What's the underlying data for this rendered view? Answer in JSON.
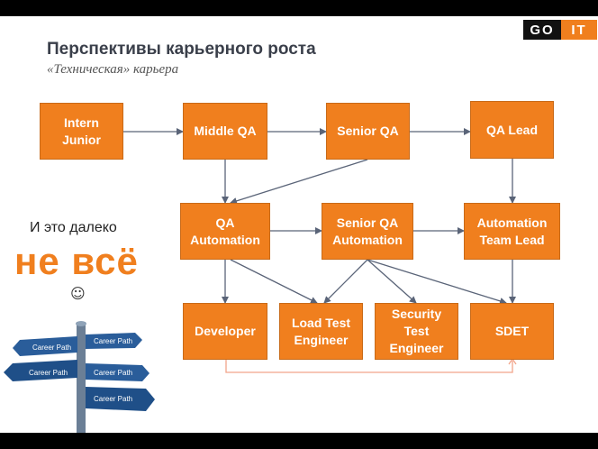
{
  "header": {
    "title": "Перспективы карьерного роста",
    "subtitle": "«Техническая» карьера"
  },
  "logo": {
    "go": "GO",
    "it": "IT"
  },
  "nodes": {
    "intern": "Intern\nJunior",
    "middle_qa": "Middle QA",
    "senior_qa": "Senior QA",
    "qa_lead": "QA Lead",
    "qa_automation": "QA\nAutomation",
    "senior_qa_automation": "Senior QA\nAutomation",
    "automation_team_lead": "Automation\nTeam Lead",
    "developer": "Developer",
    "load_test_engineer": "Load Test\nEngineer",
    "security_test_engineer": "Security\nTest\nEngineer",
    "sdet": "SDET"
  },
  "side": {
    "line1": "И это далеко",
    "line2": "не всё",
    "smiley": "☺"
  },
  "signpost": {
    "signs": [
      "Career Path",
      "Career Path",
      "Career Path",
      "Career Path",
      "Career Path"
    ]
  },
  "colors": {
    "accent": "#f07f1e",
    "arrow": "#5a6478",
    "dark": "#111111"
  }
}
